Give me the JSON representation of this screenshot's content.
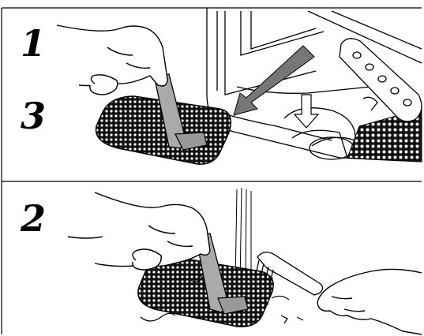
{
  "steps": {
    "top_first": "1",
    "top_second": "3",
    "bottom": "2"
  },
  "colors": {
    "line": "#000000",
    "background": "#ffffff",
    "filter_mesh": "#000000",
    "arrow_fill": "#777777"
  },
  "icons": {
    "hand_top": "hand-icon",
    "filter_top": "filter-screen-icon",
    "dishwasher": "dishwasher-interior-icon",
    "arrow_big": "insert-arrow-icon",
    "arrow_down": "down-arrow-icon",
    "spray_arm": "spray-arm-icon",
    "hand_bottom": "hand-icon",
    "filter_bottom": "filter-screen-icon",
    "water": "water-stream-icon",
    "brush": "brush-icon",
    "hand_brush": "hand-holding-brush-icon"
  }
}
